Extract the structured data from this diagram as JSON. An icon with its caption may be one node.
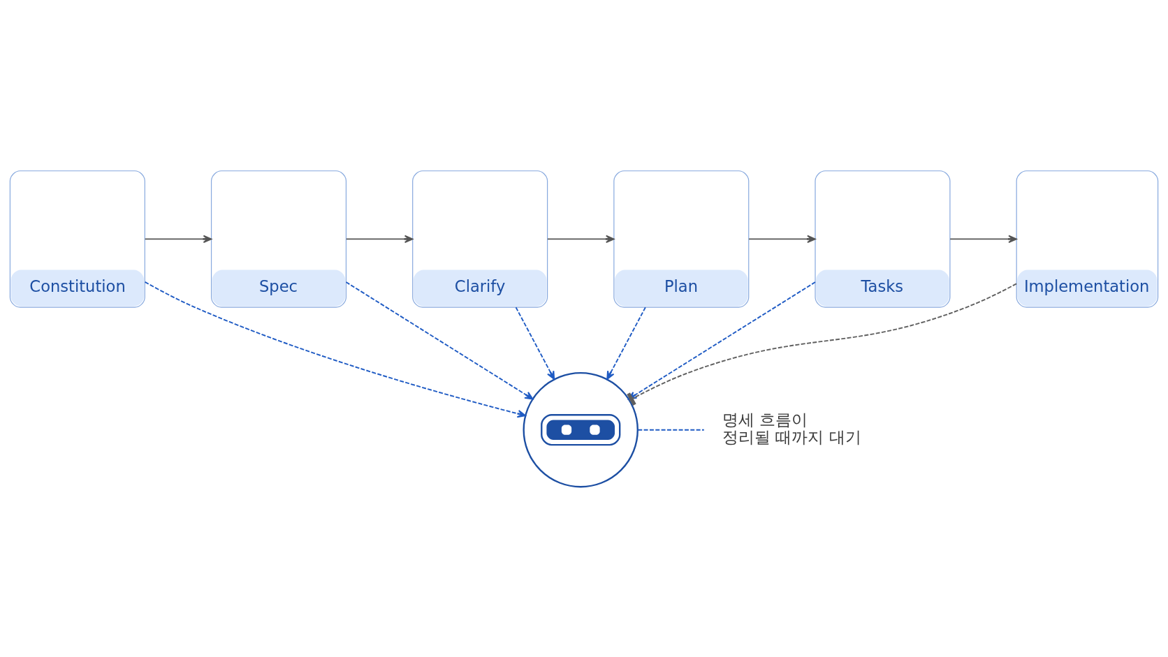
{
  "diagram": {
    "nodes": [
      {
        "text": [
          "Constitution"
        ]
      },
      {
        "text": [
          "Spec"
        ]
      },
      {
        "text": [
          "Clarify"
        ]
      },
      {
        "text": [
          "Plan"
        ]
      },
      {
        "text": [
          "Tasks"
        ]
      },
      {
        "text": [
          "Implementation"
        ]
      },
      {
        "text": [],
        "shape": "circle"
      },
      {
        "text": [
          "명세 흐름이 정리될 때까지 대기"
        ]
      }
    ],
    "edges": [
      {
        "from": 0,
        "to": 1,
        "arrow": "to",
        "color": "#555555"
      },
      {
        "from": 1,
        "to": 2,
        "arrow": "to",
        "color": "#555555"
      },
      {
        "from": 2,
        "to": 3,
        "arrow": "to",
        "color": "#555555"
      },
      {
        "from": 3,
        "to": 4,
        "arrow": "to",
        "color": "#555555"
      },
      {
        "from": 4,
        "to": 5,
        "arrow": "to",
        "color": "#555555"
      },
      {
        "from": 0,
        "to": 6,
        "arrow": "to",
        "style": "dashed",
        "color": "#1f5bc4"
      },
      {
        "from": 1,
        "to": 6,
        "arrow": "to",
        "style": "dashed",
        "color": "#1f5bc4"
      },
      {
        "from": 2,
        "to": 6,
        "arrow": "to",
        "style": "dashed",
        "color": "#1f5bc4"
      },
      {
        "from": 3,
        "to": 6,
        "arrow": "to",
        "style": "dashed",
        "color": "#1f5bc4"
      },
      {
        "from": 4,
        "to": 6,
        "arrow": "to",
        "style": "dashed",
        "color": "#1f5bc4"
      },
      {
        "from": 5,
        "to": 6,
        "arrow": "other",
        "style": "dashed",
        "color": "#5f5f5f"
      },
      {
        "from": 6,
        "to": 7,
        "arrow": "none",
        "style": "dashed",
        "color": "#1f5bc4"
      }
    ]
  }
}
